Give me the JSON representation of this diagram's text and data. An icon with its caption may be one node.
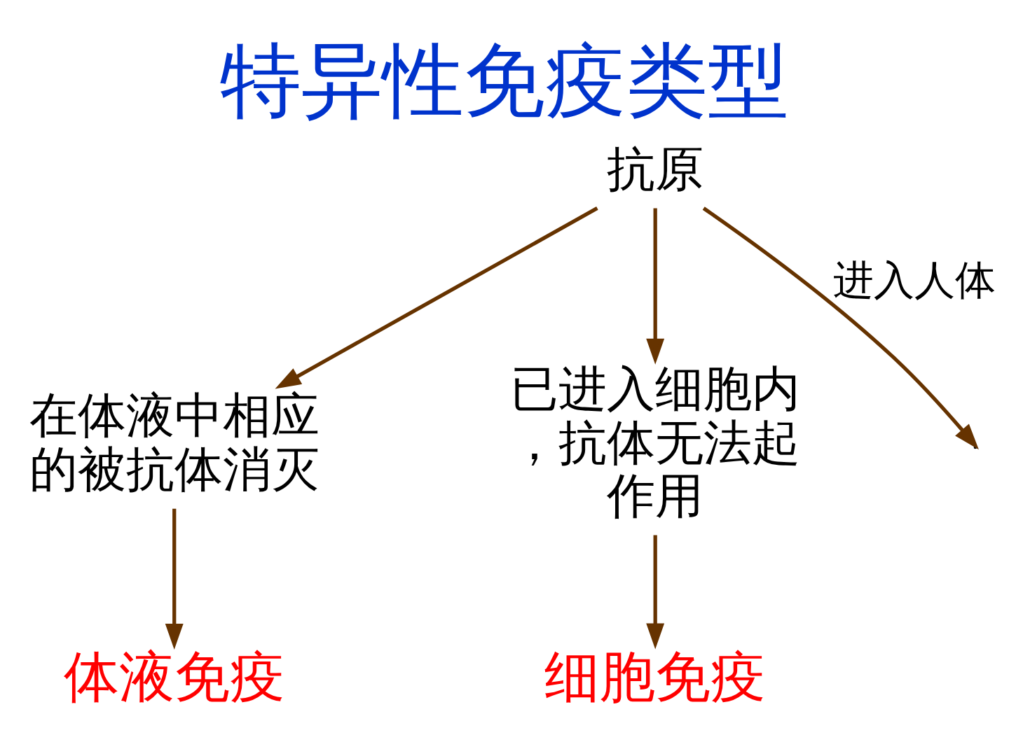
{
  "diagram": {
    "title": "特异性免疫类型",
    "nodes": [
      {
        "text": [
          "抗原"
        ]
      },
      {
        "text": [
          "在体液中相应的被抗体消灭"
        ]
      },
      {
        "text": [
          "已进入细胞内，抗体无法起作用"
        ]
      },
      {
        "text": [
          "体液免疫"
        ]
      },
      {
        "text": [
          "细胞免疫"
        ]
      }
    ],
    "edges": [
      {
        "from": 0,
        "to": null,
        "label": "进入人体",
        "arrow": "to"
      },
      {
        "from": 0,
        "to": 1,
        "arrow": "to"
      },
      {
        "from": 0,
        "to": 2,
        "arrow": "to"
      },
      {
        "from": 1,
        "to": 3,
        "arrow": "to"
      },
      {
        "from": 2,
        "to": 4,
        "arrow": "to"
      }
    ]
  }
}
